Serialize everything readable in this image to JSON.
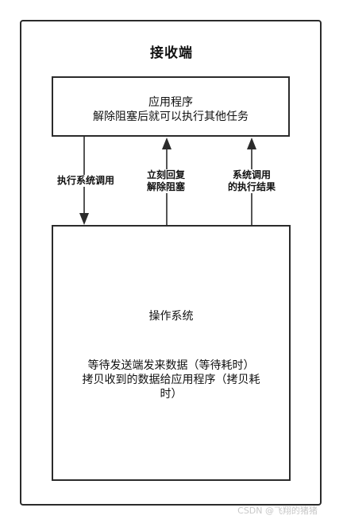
{
  "diagram": {
    "title": "接收端",
    "app_box": {
      "line1": "应用程序",
      "line2": "解除阻塞后就可以执行其他任务"
    },
    "os_box": {
      "title": "操作系统",
      "line1": "等待发送端发来数据（等待耗时）",
      "line2": "拷贝收到的数据给应用程序（拷贝耗",
      "line3": "时）"
    },
    "edges": {
      "syscall": "执行系统调用",
      "reply_line1": "立刻回复",
      "reply_line2": "解除阻塞",
      "result_line1": "系统调用",
      "result_line2": "的执行结果"
    },
    "watermark": "CSDN @飞翔的猪猪"
  },
  "colors": {
    "stroke": "#2b2b2b",
    "text": "#111111",
    "background": "#ffffff"
  }
}
